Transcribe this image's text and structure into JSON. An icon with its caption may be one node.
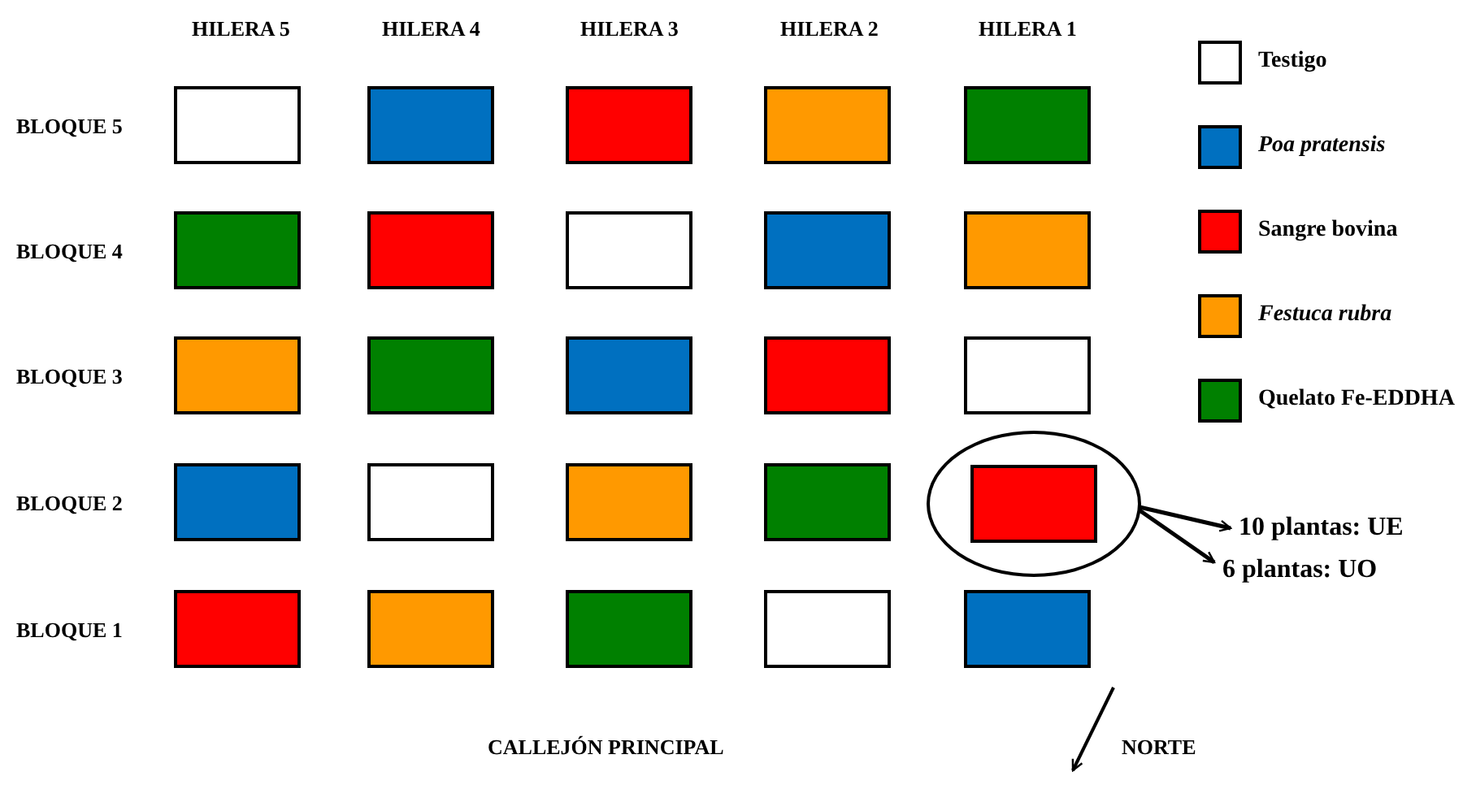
{
  "diagram": {
    "nodes": [
      {
        "text": [],
        "shape": "box"
      },
      {
        "text": [],
        "shape": "box"
      },
      {
        "text": [],
        "shape": "box"
      },
      {
        "text": [],
        "shape": "box"
      },
      {
        "text": [],
        "shape": "box"
      },
      {
        "text": [],
        "shape": "box"
      },
      {
        "text": [],
        "shape": "box"
      },
      {
        "text": [],
        "shape": "box"
      },
      {
        "text": [],
        "shape": "box"
      },
      {
        "text": [],
        "shape": "box"
      },
      {
        "text": [],
        "shape": "box"
      },
      {
        "text": [],
        "shape": "box"
      },
      {
        "text": [],
        "shape": "box"
      },
      {
        "text": [],
        "shape": "box"
      },
      {
        "text": [],
        "shape": "box"
      },
      {
        "text": [],
        "shape": "box"
      },
      {
        "text": [],
        "shape": "box"
      },
      {
        "text": [],
        "shape": "box"
      },
      {
        "text": [],
        "shape": "box"
      },
      {
        "text": [],
        "shape": "circle"
      },
      {
        "text": [],
        "shape": "box",
        "in": 19
      },
      {
        "text": [],
        "shape": "box"
      },
      {
        "text": [],
        "shape": "box"
      },
      {
        "text": [],
        "shape": "box"
      },
      {
        "text": [],
        "shape": "box"
      },
      {
        "text": [],
        "shape": "box"
      },
      {
        "text": [
          "10 plantas: UE"
        ]
      },
      {
        "text": [
          "6 plantas: UO"
        ]
      }
    ],
    "edges": [
      {
        "from": 19,
        "to": 26,
        "arrow": "to"
      },
      {
        "from": 19,
        "to": 27,
        "arrow": "to"
      }
    ],
    "labels": [
      "HILERA 5",
      "HILERA 4",
      "HILERA 3",
      "HILERA 2",
      "HILERA 1",
      "BLOQUE 5",
      "BLOQUE 4",
      "BLOQUE 3",
      "BLOQUE 2",
      "BLOQUE 1",
      "CALLEJÓN PRINCIPAL",
      "NORTE"
    ],
    "legend": [
      {
        "text": "Testigo",
        "color": "#ffffff"
      },
      {
        "text": "Poa pratensis",
        "color": "#0070c0"
      },
      {
        "text": "Sangre bovina",
        "color": "#ff0000"
      },
      {
        "text": "Festuca rubra",
        "color": "#ff9900"
      },
      {
        "text": "Quelato Fe-EDDHA",
        "color": "#008000"
      }
    ]
  }
}
